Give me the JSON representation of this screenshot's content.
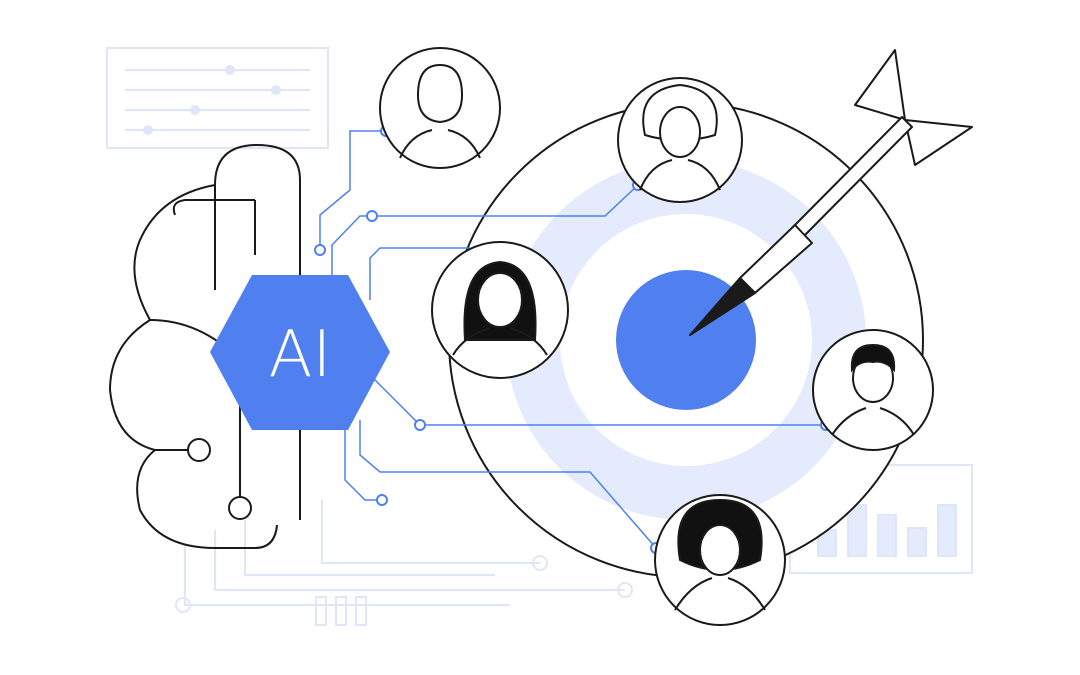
{
  "illustration": {
    "hexagon_label": "AI",
    "colors": {
      "accent_blue": "#5080f0",
      "light_blue": "#e4ebfc",
      "faint_line": "#dfe6f7",
      "outline": "#1a1a1a"
    },
    "icons": [
      "brain-outline",
      "ai-hexagon",
      "target",
      "dart",
      "person-avatar",
      "settings-sliders-panel",
      "bar-chart-panel",
      "circuit-lines"
    ]
  }
}
